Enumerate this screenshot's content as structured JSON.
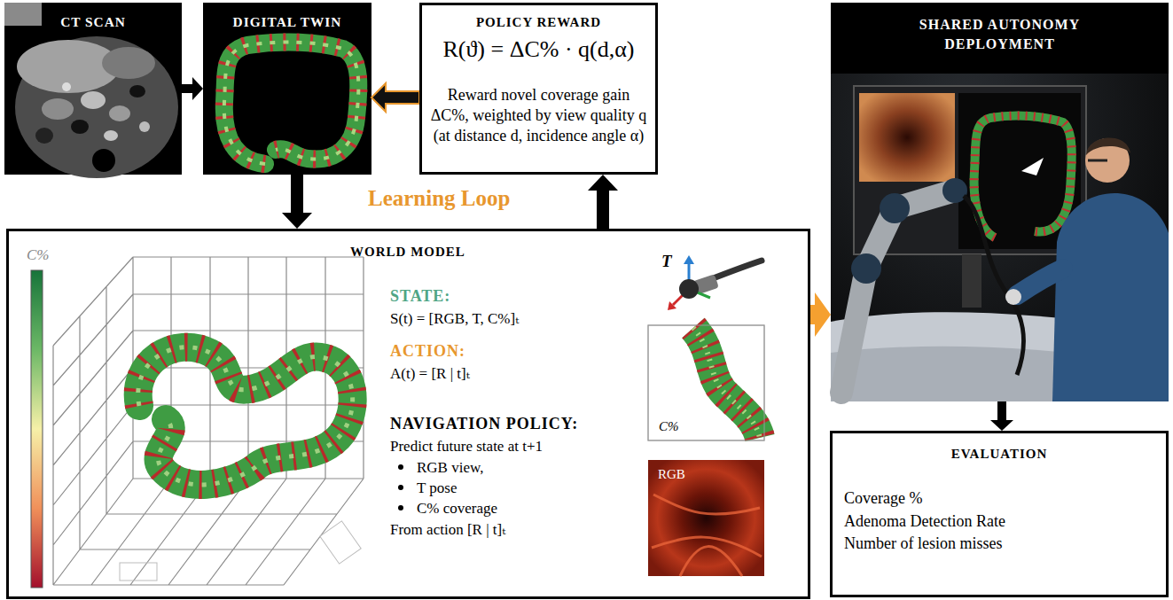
{
  "diagram": {
    "nodes": [
      {
        "text": [
          "CT SCAN"
        ]
      },
      {
        "text": [
          "DIGITAL TWIN"
        ]
      },
      {
        "text": [
          "POLICY REWARD",
          "R(ϑ) = ΔC% · q(d,α)",
          "Reward novel coverage gain ΔC%, weighted by view quality q (at distance d, incidence angle α)"
        ]
      },
      {
        "text": [
          "SHARED AUTONOMY DEPLOYMENT"
        ]
      },
      {
        "text": [
          "WORLD MODEL",
          "STATE:",
          "S(t) = [RGB, T, C%]ₜ",
          "ACTION:",
          "A(t) = [R | t]ₜ",
          "NAVIGATION POLICY:",
          "Predict future state at t+1",
          "RGB view,",
          "T pose",
          "C% coverage",
          "From action [R | t]ₜ"
        ]
      },
      {
        "text": [
          "EVALUATION",
          "Coverage %",
          "Adenoma Detection Rate",
          "Number of lesion misses"
        ]
      }
    ],
    "edges": [
      {
        "from": 0,
        "to": 1,
        "arrow": "to"
      },
      {
        "from": 2,
        "to": 1,
        "arrow": "to"
      },
      {
        "from": 1,
        "to": 4,
        "arrow": "to"
      },
      {
        "from": 4,
        "to": 2,
        "arrow": "to"
      },
      {
        "from": 4,
        "to": 3,
        "arrow": "to"
      },
      {
        "from": 3,
        "to": 5,
        "arrow": "to"
      }
    ],
    "labels": [
      "Learning Loop",
      "C%",
      "T",
      "C%",
      "RGB"
    ]
  }
}
